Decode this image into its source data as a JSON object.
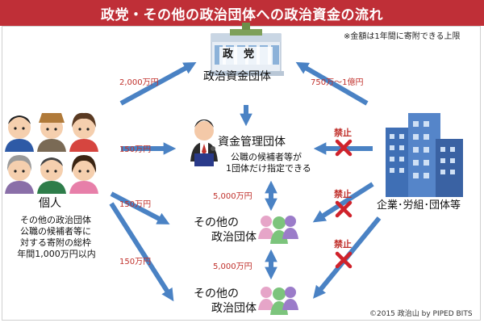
{
  "title": "政党・その他の政治団体への政治資金の流れ",
  "note": "※金額は1年間に寄附できる上限",
  "party": {
    "building_sign": "政　党",
    "name": "政治資金団体"
  },
  "fund_group": {
    "name": "資金管理団体",
    "desc_line1": "公職の候補者等が",
    "desc_line2": "1団体だけ指定できる"
  },
  "other_group": {
    "line1": "その他の",
    "line2": "政治団体"
  },
  "individual": {
    "name": "個人",
    "desc": [
      "その他の政治団体",
      "公職の候補者等に",
      "対する寄附の総枠",
      "年間1,000万円以内"
    ]
  },
  "corporate": {
    "name": "企業･労組･団体等"
  },
  "amounts": {
    "ind_to_party": "2,000万円",
    "corp_to_party": "750万～1億円",
    "ind_to_fund": "150万円",
    "ind_to_other1": "150万円",
    "ind_to_other2": "150万円",
    "fund_other1": "5,000万円",
    "other1_other2": "5,000万円"
  },
  "ban_label": "禁止",
  "credit": "©2015 政治山 by PIPED BITS",
  "colors": {
    "title_bg": "#bf2f37",
    "arrow": "#4a82c4",
    "red": "#c0312c",
    "building": "#3f6fb5"
  }
}
